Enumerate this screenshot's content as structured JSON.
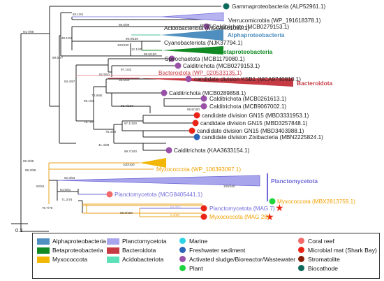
{
  "colors": {
    "alpha": "#4f8fbf",
    "beta": "#118a23",
    "myxo": "#f2b705",
    "plancto": "#8c87e5",
    "bactero": "#c63a44",
    "acido": "#5be0b8",
    "marine": "#2fd3e8",
    "freshwater": "#2a66b8",
    "sludge": "#9a52a8",
    "plant": "#1fd53f",
    "coral": "#f26a6a",
    "mat": "#ea2517",
    "stromatolite": "#8a1d0a",
    "biocathode": "#0f6a5e"
  },
  "leaves": [
    {
      "label": "Gammaproteobacteria (ALP52961.1)",
      "color": "#222222",
      "dot": "biocathode"
    },
    {
      "label": "Verrucomicrobia (WP_191618378.1)",
      "color": "#222222"
    },
    {
      "label": "Acidobacteriota (MCG8461083.1)",
      "color": "#222222"
    },
    {
      "label": "Cyanobacteriota (NJK37794.1)",
      "color": "#222222"
    },
    {
      "label": "Spirochaetota (MCB1179080.1)",
      "color": "#222222"
    },
    {
      "label": "Calditrichota (MCB0279153.1)",
      "color": "#222222",
      "dot": "sludge"
    },
    {
      "label": "Bacteroidota (WP_020533135.1)",
      "color": "#c63a44"
    },
    {
      "label": "candidate division KSB1 (MCA9740810.1)",
      "color": "#222222",
      "dot": "sludge"
    },
    {
      "label": "Calditrichota (MCB0289858.1)",
      "color": "#222222",
      "dot": "sludge"
    },
    {
      "label": "Calditrichota (MCB0261613.1)",
      "color": "#222222",
      "dot": "sludge"
    },
    {
      "label": "Calditrichota (MCB9067002.1)",
      "color": "#222222",
      "dot": "sludge"
    },
    {
      "label": "candidate division GN15 (MBD3331953.1)",
      "color": "#222222",
      "dot": "mat"
    },
    {
      "label": "candidate division GN15 (MBD3257848.1)",
      "color": "#222222",
      "dot": "mat"
    },
    {
      "label": "candidate division GN15 (MBD3403988.1)",
      "color": "#222222",
      "dot": "mat"
    },
    {
      "label": "candidate division Zixibacteria (MBN2225824.1)",
      "color": "#222222",
      "dot": "freshwater"
    },
    {
      "label": "Calditrichota (KAA3633154.1)",
      "color": "#222222",
      "dot": "sludge"
    },
    {
      "label": "Myxococcota (WP_106393097.1)",
      "color": "#f0a000"
    },
    {
      "label": "Planctomycetota (MCG8405441.1)",
      "color": "#6f6ad8",
      "dot": "coral"
    },
    {
      "label": "Myxococcota (MBX2813759.1)",
      "color": "#f0a000",
      "dot": "plant"
    },
    {
      "label": "Planctomycetota (MAG 7)",
      "color": "#6f6ad8",
      "dot": "mat",
      "star": true
    },
    {
      "label": "Myxococcota (MAG 28)",
      "color": "#f0a000",
      "dot": "mat",
      "star": true
    }
  ],
  "clades": [
    {
      "label": "Alphaproteobacteria",
      "color": "#4f8fbf"
    },
    {
      "label": "Betaproteobacteria",
      "color": "#118a23"
    },
    {
      "label": "Bacteroidota",
      "color": "#c63a44"
    },
    {
      "label": "Planctomycetota",
      "color": "#6f6ad8"
    }
  ],
  "supports": [
    "83.1/81",
    "100/100",
    "98.6/99",
    "30.1/64",
    "99.9/100",
    "100/100",
    "12.1/80",
    "99.5/100",
    "94.7/99",
    "89.9/77",
    "97.1/42",
    "62.5/51",
    "58.5/50",
    "93.4/97",
    "70.9/90",
    "99.1/82",
    "96.7/100",
    "99.8/100",
    "78.7/87",
    "97.1/100",
    "78.4/99",
    "41.4/89",
    "99.7/100",
    "89.3/99",
    "100/100",
    "89.3/99",
    "92.3/83",
    "100/100",
    "82/81",
    "84.5/81",
    "71.3/76",
    "78.7/78",
    "83.4/87",
    "99.8/100",
    "0.4/59"
  ],
  "scale": {
    "label": "0.2"
  },
  "legend": {
    "taxa": [
      {
        "label": "Alphaproteobacteria",
        "color": "#4f8fbf"
      },
      {
        "label": "Betaproteobacteria",
        "color": "#118a23"
      },
      {
        "label": "Myxococcota",
        "color": "#f2b705"
      },
      {
        "label": "Planctomycetota",
        "color": "#a9a5ec"
      },
      {
        "label": "Bacteroidota",
        "color": "#c63a44"
      },
      {
        "label": "Acidobacteriota",
        "color": "#5be0b8"
      }
    ],
    "habitats": [
      {
        "label": "Marine",
        "color": "#2fd3e8"
      },
      {
        "label": "Freshwater sediment",
        "color": "#2a66b8"
      },
      {
        "label": "Activated sludge/Bioreactor/Wastewater",
        "color": "#9a52a8"
      },
      {
        "label": "Plant",
        "color": "#1fd53f"
      },
      {
        "label": "Coral reef",
        "color": "#f26a6a"
      },
      {
        "label": "Microbial mat (Shark Bay)",
        "color": "#ea2517"
      },
      {
        "label": "Stromatolite",
        "color": "#8a1d0a"
      },
      {
        "label": "Biocathode",
        "color": "#0f6a5e"
      }
    ]
  }
}
